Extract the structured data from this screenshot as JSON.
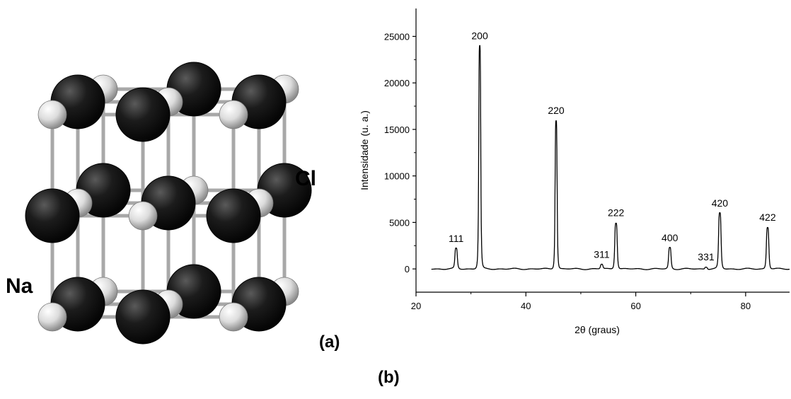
{
  "lattice": {
    "label_cl": "Cl",
    "label_na": "Na",
    "panel_label": "(a)",
    "colors": {
      "cl_atom": "#141414",
      "na_atom": "#e2e2e2",
      "bond": "#a8a8a8"
    }
  },
  "figure": {
    "caption": "(b)"
  },
  "chart_data": {
    "type": "line",
    "title": "",
    "xlabel": "2θ (graus)",
    "ylabel": "Intensidade (u. a.)",
    "xlim": [
      20,
      88
    ],
    "ylim": [
      -2500,
      28000
    ],
    "x_ticks": [
      20,
      40,
      60,
      80
    ],
    "y_ticks": [
      0,
      5000,
      10000,
      15000,
      20000,
      25000
    ],
    "grid": false,
    "baseline": 0,
    "peaks": [
      {
        "label": "111",
        "x": 27.3,
        "y": 2200
      },
      {
        "label": "200",
        "x": 31.6,
        "y": 24000
      },
      {
        "label": "220",
        "x": 45.5,
        "y": 16000
      },
      {
        "label": "311",
        "x": 53.8,
        "y": 500
      },
      {
        "label": "222",
        "x": 56.4,
        "y": 5000
      },
      {
        "label": "400",
        "x": 66.2,
        "y": 2300
      },
      {
        "label": "331",
        "x": 72.8,
        "y": 250
      },
      {
        "label": "420",
        "x": 75.3,
        "y": 6000
      },
      {
        "label": "422",
        "x": 84.0,
        "y": 4500
      }
    ],
    "line_color": "#000000"
  }
}
